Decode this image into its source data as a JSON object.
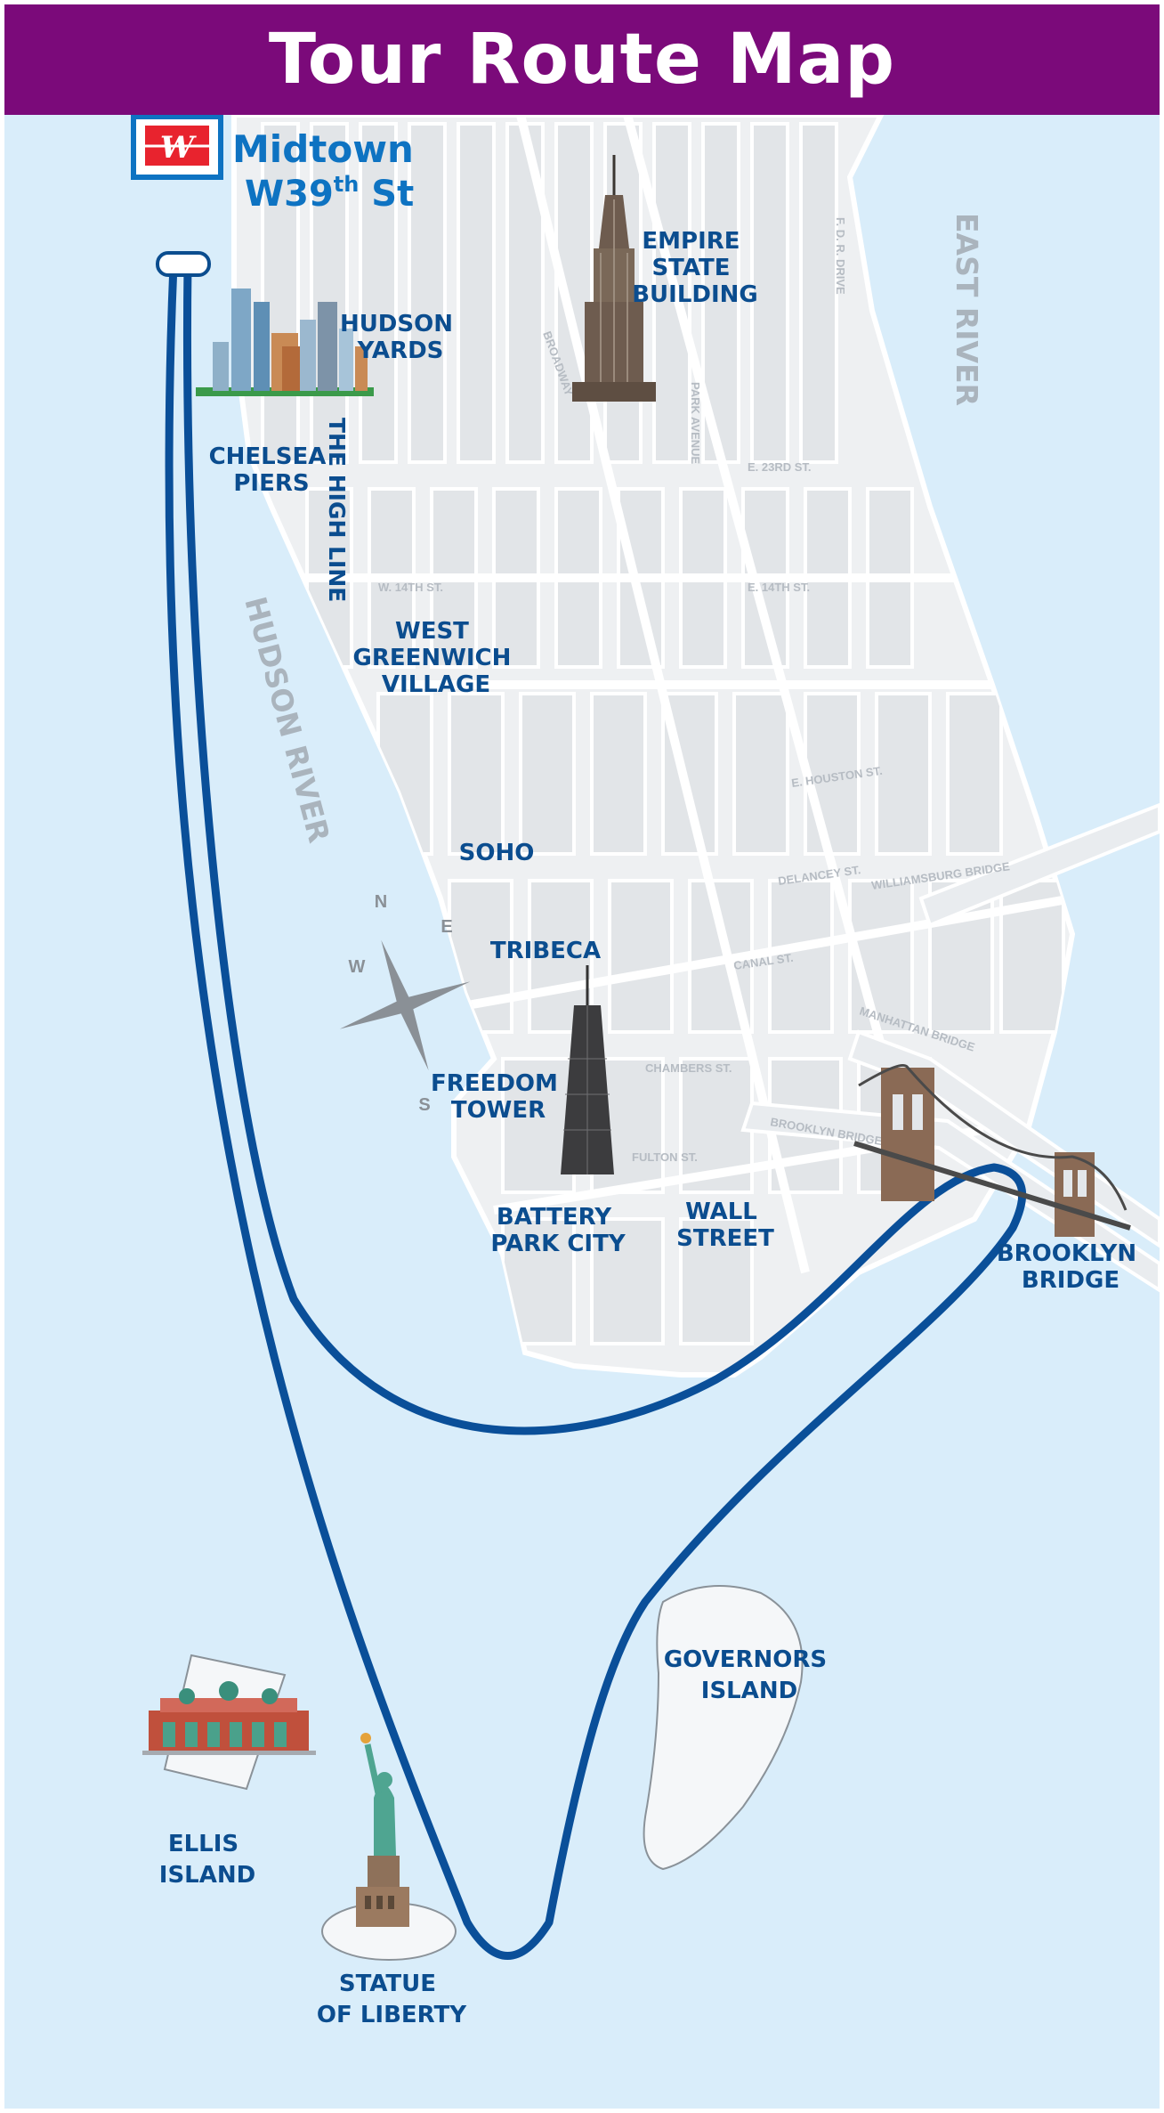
{
  "header": {
    "title": "Tour Route Map"
  },
  "colors": {
    "header_bg": "#7b0a7a",
    "water": "#d9edfa",
    "land": "#eef0f2",
    "label": "#0b4d8f",
    "route": "#0a4f99",
    "river_label": "#aab4bd",
    "brand_red": "#e8232e",
    "brand_blue": "#0e73c2"
  },
  "start": {
    "line1": "Midtown",
    "line2_main": "W39",
    "line2_sup": "th",
    "line2_end": " St",
    "logo_glyph": "W"
  },
  "rivers": {
    "hudson": "HUDSON RIVER",
    "east": "EAST RIVER"
  },
  "compass": {
    "n": "N",
    "e": "E",
    "s": "S",
    "w": "W"
  },
  "landmarks": {
    "empire_state": [
      "EMPIRE",
      "STATE",
      "BUILDING"
    ],
    "hudson_yards": [
      "HUDSON",
      "YARDS"
    ],
    "chelsea_piers": [
      "CHELSEA",
      "PIERS"
    ],
    "high_line": "THE HIGH LINE",
    "west_greenwich": [
      "WEST",
      "GREENWICH",
      "VILLAGE"
    ],
    "soho": "SOHO",
    "tribeca": "TRIBECA",
    "freedom_tower": [
      "FREEDOM",
      "TOWER"
    ],
    "battery_park": [
      "BATTERY",
      "PARK CITY"
    ],
    "wall_street": [
      "WALL",
      "STREET"
    ],
    "brooklyn_bridge": [
      "BROOKLYN",
      "BRIDGE"
    ],
    "governors_island": [
      "GOVERNORS",
      "ISLAND"
    ],
    "ellis_island": [
      "ELLIS",
      "ISLAND"
    ],
    "statue_of_liberty": [
      "STATUE",
      "OF LIBERTY"
    ]
  },
  "streets": {
    "w14": "W. 14TH ST.",
    "e14": "E. 14TH ST.",
    "e23": "E. 23RD ST.",
    "houston": "E. HOUSTON ST.",
    "williamsburg": "WILLIAMSBURG BRIDGE",
    "manhattan": "MANHATTAN BRIDGE",
    "brooklyn": "BROOKLYN BRIDGE",
    "canal": "CANAL ST.",
    "chambers": "CHAMBERS ST.",
    "fulton": "FULTON ST.",
    "delancey": "DELANCEY ST.",
    "broadway": "BROADWAY",
    "park_ave": "PARK AVENUE",
    "fdr": "F. D. R. DRIVE"
  }
}
